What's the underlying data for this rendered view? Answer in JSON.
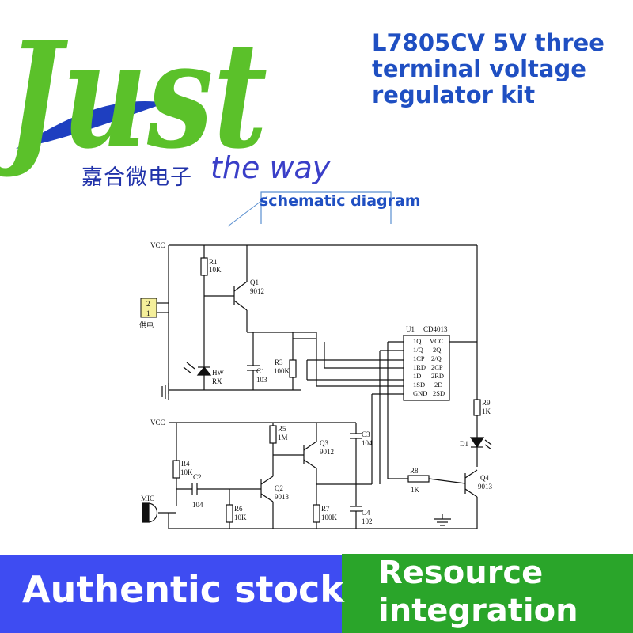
{
  "brand": {
    "logo_word": "Just",
    "chinese_name": "嘉合微电子",
    "slogan": "the way"
  },
  "product": {
    "title": "L7805CV 5V three\nterminal voltage\nregulator kit"
  },
  "section_label": "schematic diagram",
  "schematic": {
    "power_label_top": "VCC",
    "power_label_bottom": "VCC",
    "connector_pins": [
      "2",
      "1"
    ],
    "connector_label": "供电",
    "ic": {
      "ref": "U1",
      "part": "CD4013",
      "left_pins": [
        "1Q",
        "1/Q",
        "1CP",
        "1RD",
        "1D",
        "1SD",
        "GND"
      ],
      "right_pins": [
        "VCC",
        "2Q",
        "2/Q",
        "2CP",
        "2RD",
        "2D",
        "2SD"
      ]
    },
    "components": {
      "r1": {
        "ref": "R1",
        "value": "10K"
      },
      "q1": {
        "ref": "Q1",
        "value": "9012"
      },
      "hw": {
        "ref": "HW",
        "value": "RX"
      },
      "c1": {
        "ref": "C1",
        "value": "103"
      },
      "r3": {
        "ref": "R3",
        "value": "100K"
      },
      "r9": {
        "ref": "R9",
        "value": "1K"
      },
      "d1": {
        "ref": "D1"
      },
      "q4": {
        "ref": "Q4",
        "value": "9013"
      },
      "r8": {
        "ref": "R8",
        "value": "1K"
      },
      "r5": {
        "ref": "R5",
        "value": "1M"
      },
      "q3": {
        "ref": "Q3",
        "value": "9012"
      },
      "c3": {
        "ref": "C3",
        "value": "104"
      },
      "r4": {
        "ref": "R4",
        "value": "10K"
      },
      "c2": {
        "ref": "C2",
        "value": "104"
      },
      "q2": {
        "ref": "Q2",
        "value": "9013"
      },
      "r6": {
        "ref": "R6",
        "value": "10K"
      },
      "r7": {
        "ref": "R7",
        "value": "100K"
      },
      "c4": {
        "ref": "C4",
        "value": "102"
      },
      "mic": {
        "ref": "MIC"
      }
    }
  },
  "banners": {
    "left": "Authentic stock",
    "right": "Resource\nintegration"
  },
  "colors": {
    "logo_green": "#5bc12a",
    "logo_blue": "#1e3fc0",
    "title_blue": "#1f4fc2",
    "banner_blue": "#3e4cf2",
    "banner_green": "#2aa52a"
  }
}
